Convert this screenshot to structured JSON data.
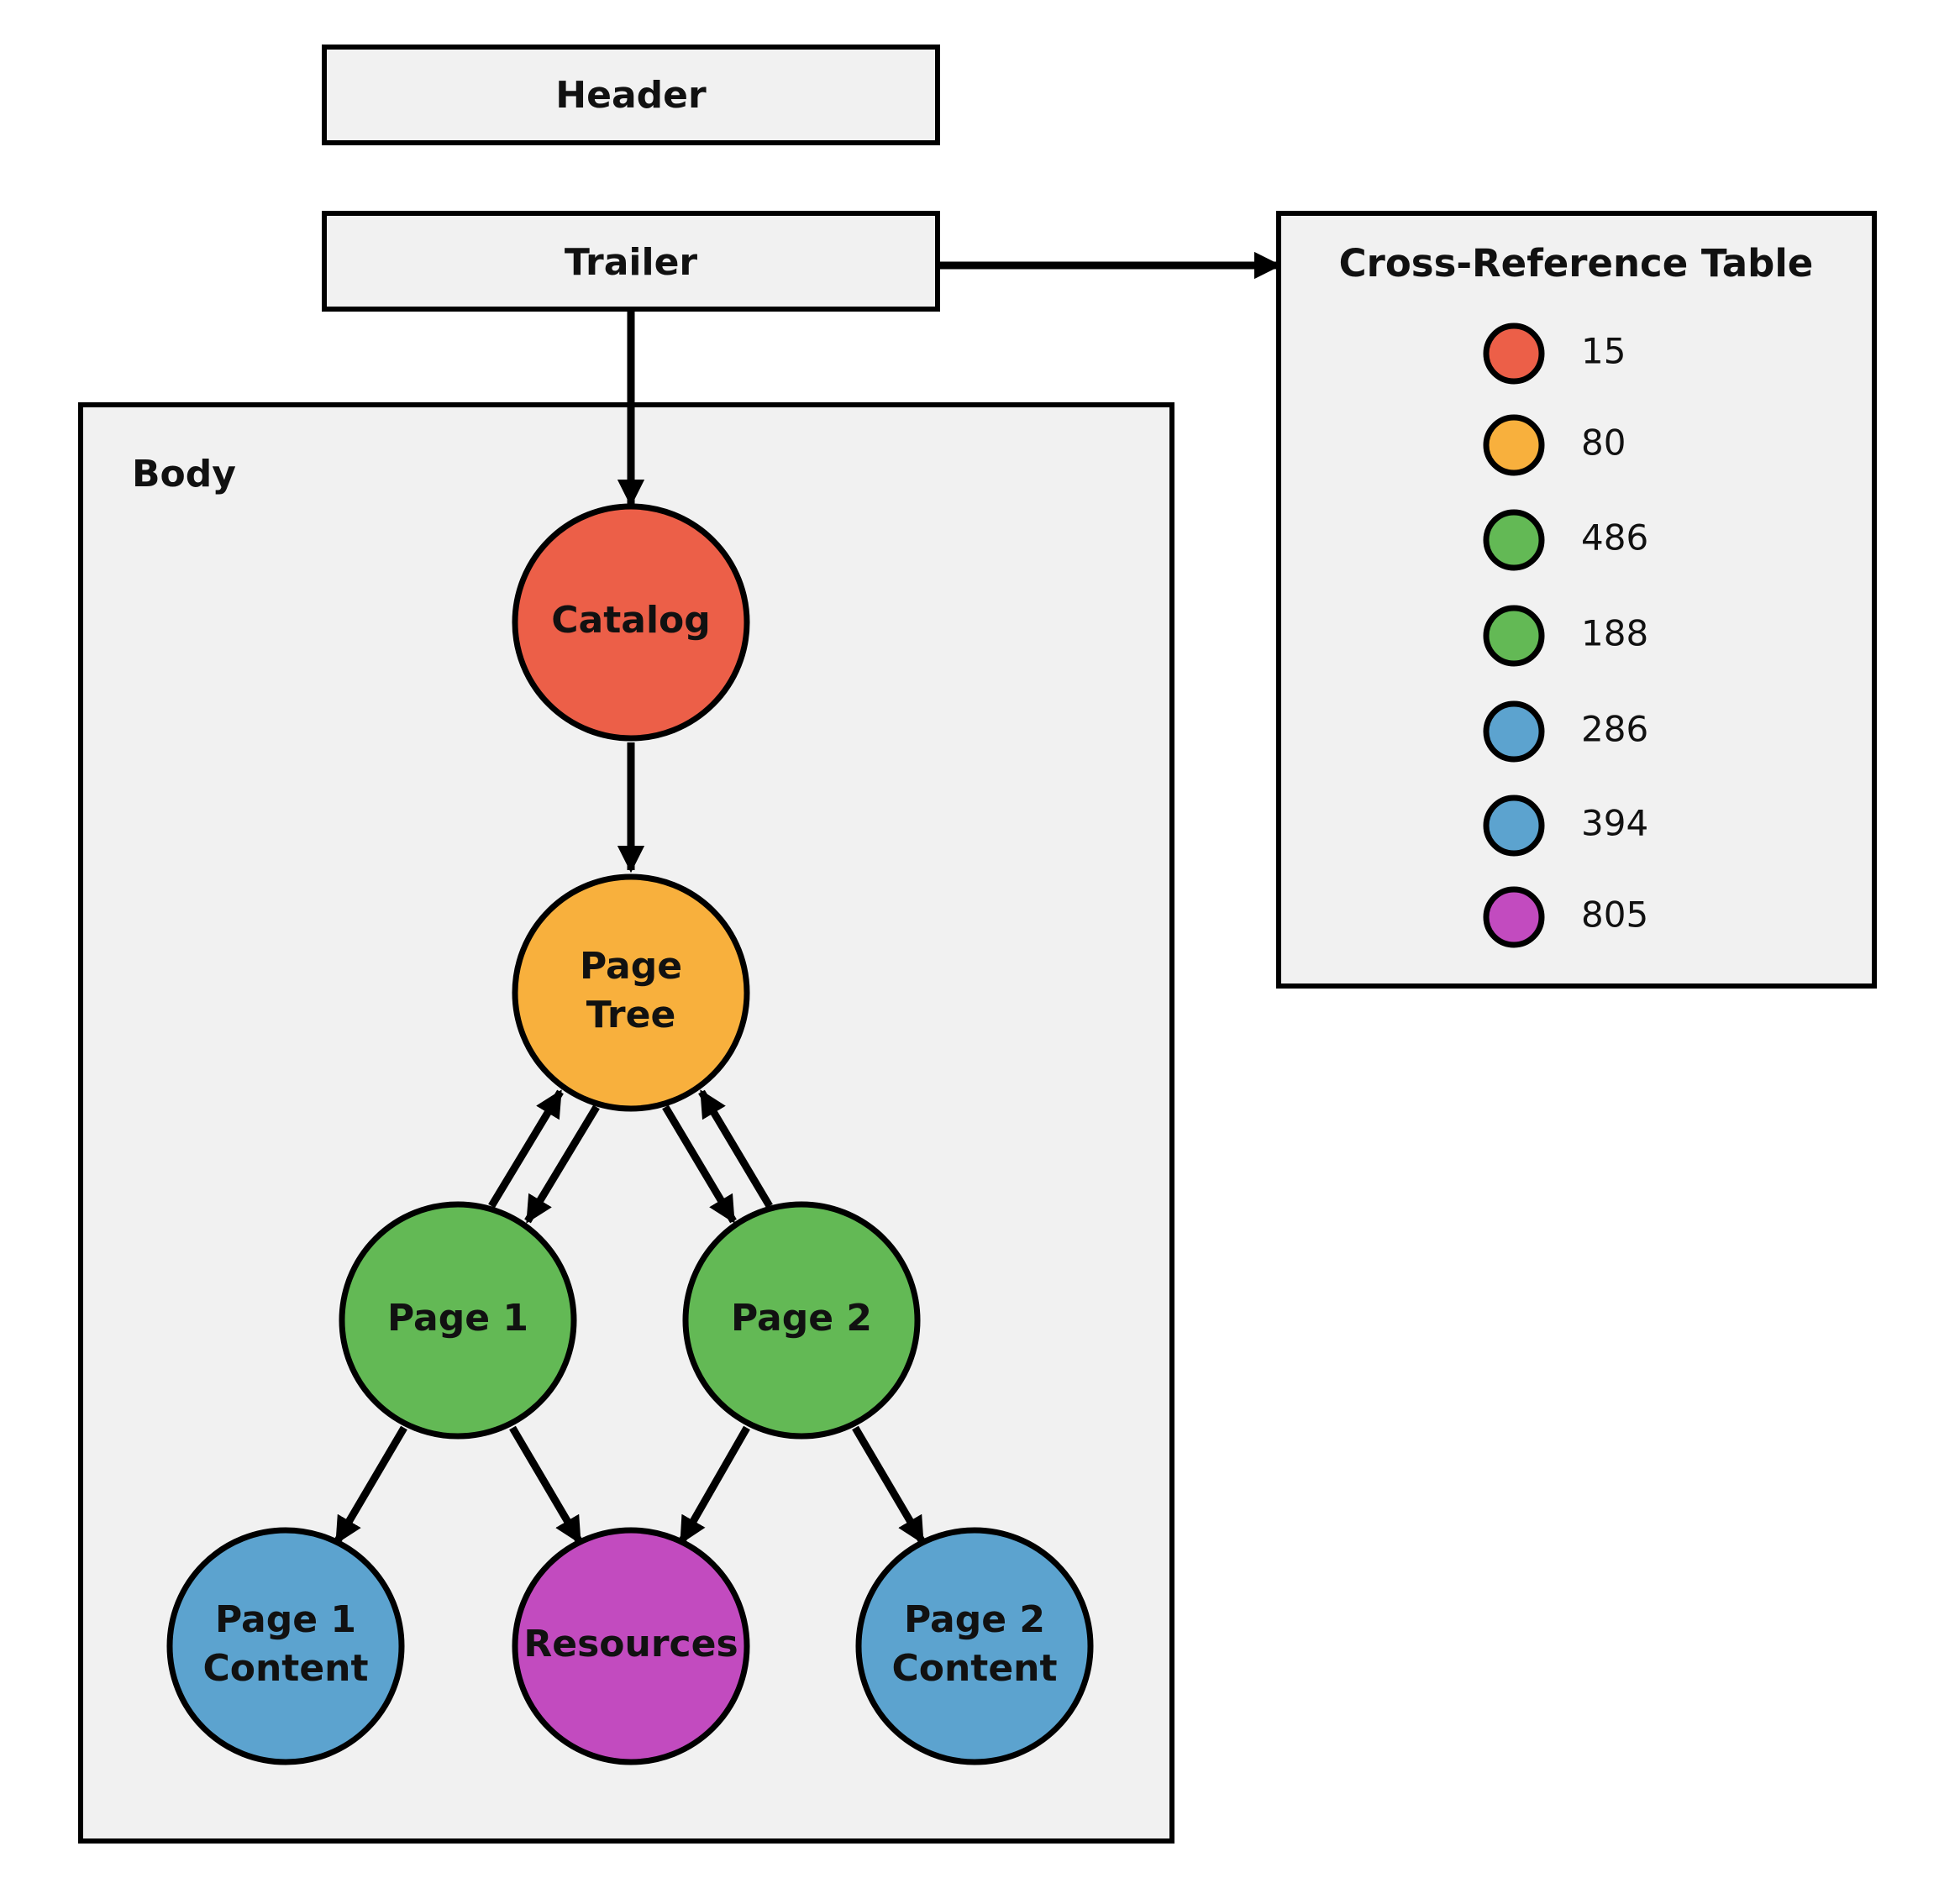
{
  "header": {
    "label": "Header"
  },
  "trailer": {
    "label": "Trailer"
  },
  "body": {
    "label": "Body"
  },
  "nodes": {
    "catalog": {
      "lines": [
        "Catalog"
      ],
      "color": "#ec5f48"
    },
    "page_tree": {
      "lines": [
        "Page",
        "Tree"
      ],
      "color": "#f8b03d"
    },
    "page1": {
      "lines": [
        "Page 1"
      ],
      "color": "#63b955"
    },
    "page2": {
      "lines": [
        "Page 2"
      ],
      "color": "#63b955"
    },
    "page1_content": {
      "lines": [
        "Page 1",
        "Content"
      ],
      "color": "#5ca3cf"
    },
    "resources": {
      "lines": [
        "Resources"
      ],
      "color": "#c24bbf"
    },
    "page2_content": {
      "lines": [
        "Page 2",
        "Content"
      ],
      "color": "#5ca3cf"
    }
  },
  "xref": {
    "title": "Cross-Reference Table",
    "entries": [
      {
        "value": "15",
        "color": "#ec5f48"
      },
      {
        "value": "80",
        "color": "#f8b03d"
      },
      {
        "value": "486",
        "color": "#63b955"
      },
      {
        "value": "188",
        "color": "#63b955"
      },
      {
        "value": "286",
        "color": "#5ca3cf"
      },
      {
        "value": "394",
        "color": "#5ca3cf"
      },
      {
        "value": "805",
        "color": "#c24bbf"
      }
    ]
  }
}
